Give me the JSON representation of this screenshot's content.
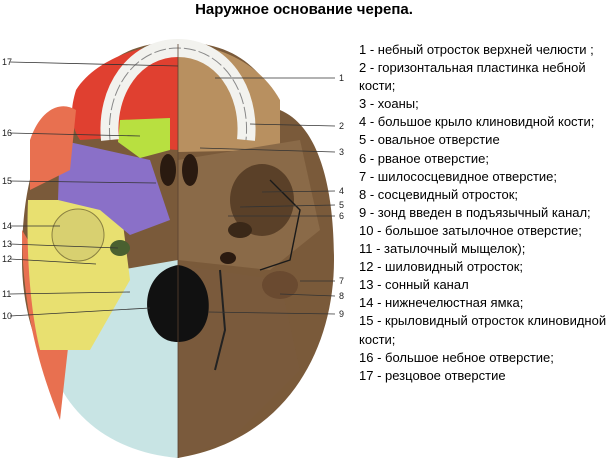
{
  "title": "Наружное основание черепа.",
  "legend": [
    "1 - небный отросток верхней челюсти ;",
    " 2 - горизонтальная пластинка небной кости;",
    " 3 - хоаны;",
    " 4 - большое крыло клиновидной кости;",
    " 5 - овальное отверстие",
    " 6 - рваное отверстие;",
    "7 - шилососцевидное отверстие;",
    " 8 - сосцевидный отросток;",
    "9 - зонд введен в подъязычный канал;",
    " 10 - большое затылочное отверстие;",
    " 11 - затылочный мыщелок);",
    " 12 - шиловидный отросток;",
    "13 - сонный канал",
    " 14 - нижнечелюстная ямка;",
    " 15 - крыловидный отросток клиновидной кости;",
    " 16 - большое небное отверстие;",
    " 17 - резцовое отверстие"
  ],
  "callouts": {
    "left": [
      "17",
      "16",
      "15",
      "14",
      "13",
      "12",
      "11",
      "10"
    ],
    "right": [
      "1",
      "2",
      "3",
      "4",
      "5",
      "6",
      "7",
      "8",
      "9"
    ]
  },
  "colors": {
    "maxilla": "#e04030",
    "palatine": "#b8e040",
    "sphenoid": "#8a70c8",
    "temporal": "#e8e070",
    "occipital": "#c8e4e4",
    "parietal": "#e87050",
    "bone_natural": "#8a6a48",
    "foramen": "#111111"
  }
}
